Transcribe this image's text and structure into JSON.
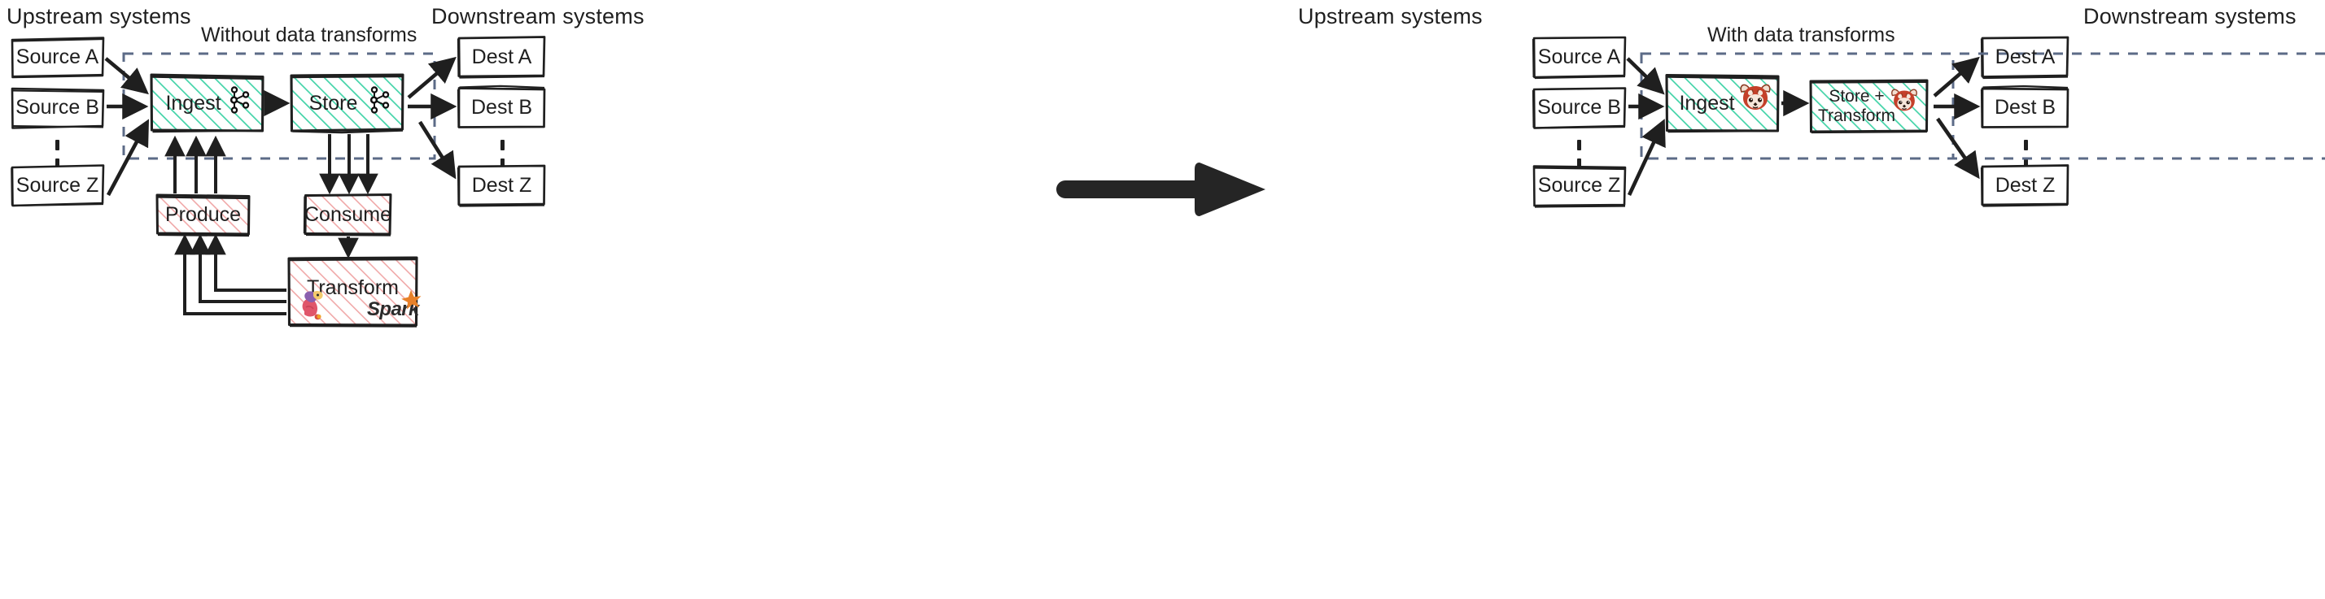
{
  "diagram": {
    "title": "Without data transforms vs With data transforms",
    "panels": [
      {
        "id": "left",
        "panel_title": "Without data transforms",
        "upstream_heading": "Upstream systems",
        "downstream_heading": "Downstream systems",
        "sources": [
          "Source A",
          "Source B",
          "Source Z"
        ],
        "destinations": [
          "Dest A",
          "Dest B",
          "Dest Z"
        ],
        "stages": [
          {
            "label": "Ingest",
            "fill": "teal",
            "logo": "kafka-icon"
          },
          {
            "label": "Store",
            "fill": "teal",
            "logo": "kafka-icon"
          }
        ],
        "external": [
          {
            "label": "Produce",
            "fill": "pink",
            "logo": null
          },
          {
            "label": "Consume",
            "fill": "pink",
            "logo": null
          },
          {
            "label": "Transform",
            "fill": "pink",
            "logo": "flink-spark-icon"
          }
        ]
      },
      {
        "id": "right",
        "panel_title": "With data transforms",
        "upstream_heading": "Upstream systems",
        "downstream_heading": "Downstream systems",
        "sources": [
          "Source A",
          "Source B",
          "Source Z"
        ],
        "destinations": [
          "Dest A",
          "Dest B",
          "Dest Z"
        ],
        "stages": [
          {
            "label": "Ingest",
            "fill": "teal",
            "logo": "redpanda-icon"
          },
          {
            "label": "Store +\nTransform",
            "fill": "teal",
            "logo": "redpanda-icon"
          }
        ],
        "external": []
      }
    ],
    "center_arrow": "big-right-arrow",
    "colors": {
      "stroke": "#1f1f1f",
      "teal_hatch": "#42d3a8",
      "pink_hatch": "#f0a8a8",
      "dashed_boundary": "#5c6b87",
      "spark_orange": "#e8812a",
      "redpanda_red": "#c4402a",
      "background": "#ffffff"
    }
  },
  "left": {
    "upstream_heading": "Upstream systems",
    "downstream_heading": "Downstream systems",
    "panel_title": "Without data transforms",
    "source_a": "Source A",
    "source_b": "Source B",
    "source_z": "Source Z",
    "dest_a": "Dest A",
    "dest_b": "Dest B",
    "dest_z": "Dest Z",
    "ingest": "Ingest",
    "store": "Store",
    "produce": "Produce",
    "consume": "Consume",
    "transform": "Transform",
    "spark_wordmark": "Spark"
  },
  "right": {
    "upstream_heading": "Upstream systems",
    "downstream_heading": "Downstream systems",
    "panel_title": "With data transforms",
    "source_a": "Source A",
    "source_b": "Source B",
    "source_z": "Source Z",
    "dest_a": "Dest A",
    "dest_b": "Dest B",
    "dest_z": "Dest Z",
    "ingest": "Ingest",
    "store_transform_line1": "Store +",
    "store_transform_line2": "Transform"
  }
}
